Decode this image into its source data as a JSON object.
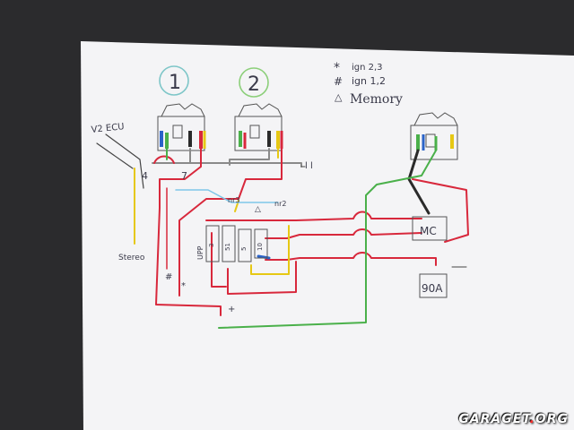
{
  "diagram": {
    "relay_labels": [
      "1",
      "2"
    ],
    "legend": {
      "ign23": {
        "symbol": "*",
        "text": "ign 2,3"
      },
      "ign12": {
        "symbol": "#",
        "text": "ign 1,2"
      },
      "memory": {
        "symbol": "△",
        "text": "Memory"
      }
    },
    "labels": {
      "v2_ecu": "V2 ECU",
      "stereo": "Stereo",
      "upp": "UPP",
      "connector_4": "4",
      "connector_7": "7",
      "fuse_3": "3",
      "fuse_51": "51",
      "fuse_5": "5",
      "fuse_10": "10",
      "nr_3": "nr3",
      "nr_2": "nr2",
      "mc": "MC",
      "fuse_90a": "90A",
      "hash_mark": "#",
      "star_mark": "*",
      "plus_mark": "+",
      "triangle_mark": "△",
      "ground_mark": "l l"
    }
  },
  "watermark": {
    "text_left": "GARAGET",
    "text_dot": ".",
    "text_right": "ORG"
  },
  "colors": {
    "paper": "#f4f4f6",
    "background": "#2b2b2d",
    "red_wire": "#d8283c",
    "green_wire": "#4ab04a",
    "yellow_wire": "#e6c814",
    "blue_wire": "#2a63c8",
    "black_wire": "#2a2a2a",
    "grey_wire": "#8a8a8a",
    "pencil": "#3a3a4a",
    "circle_1": "#7ec6c8",
    "circle_2": "#8ccf7a"
  }
}
